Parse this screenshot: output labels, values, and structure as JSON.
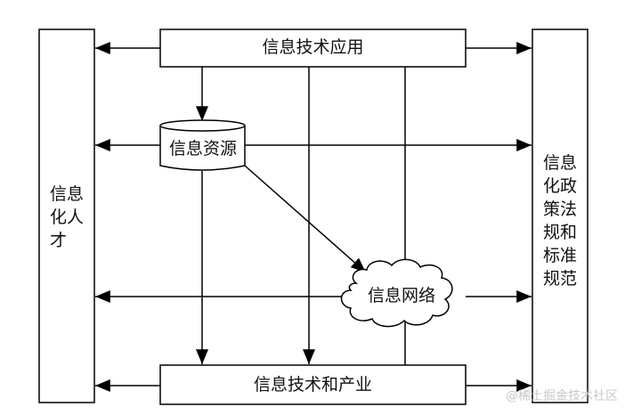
{
  "diagram": {
    "top_box": "信息技术应用",
    "bottom_box": "信息技术和产业",
    "resource_node": "信息资源",
    "network_node": "信息网络",
    "left_column": [
      "信息",
      "化人",
      "才"
    ],
    "right_column": [
      "信息",
      "化政",
      "策法",
      "规和",
      "标准",
      "规范"
    ],
    "watermark": "@稀土掘金技术社区"
  },
  "colors": {
    "line": "#000000",
    "text": "#111111",
    "watermark": "#c8c8c8",
    "background": "#ffffff"
  }
}
